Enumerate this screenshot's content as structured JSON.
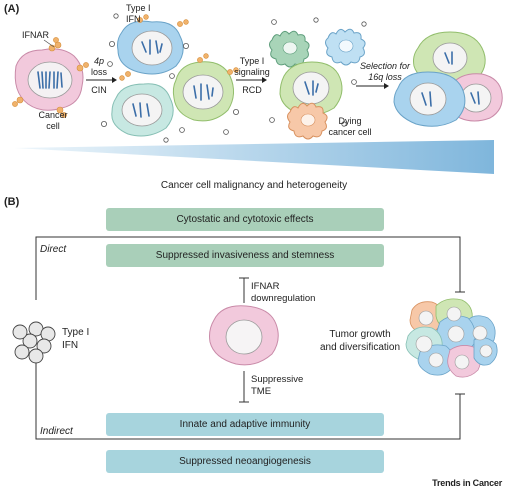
{
  "panel_a": {
    "label": "(A)",
    "ifnar": "IFNAR",
    "cancer_cell": [
      "Cancer",
      "cell"
    ],
    "type1_ifn": [
      "Type I",
      "IFN"
    ],
    "step1": [
      "4p",
      "loss",
      "CIN"
    ],
    "step2": [
      "Type I",
      "signaling",
      "RCD"
    ],
    "dying": [
      "Dying",
      "cancer cell"
    ],
    "step3": [
      "Selection for",
      "16q loss"
    ],
    "gradient_caption": "Cancer cell malignancy and heterogeneity",
    "colors": {
      "pink": "#f2c9dc",
      "blue": "#a9d3ee",
      "green": "#cfe6b4",
      "teal": "#c7e8e2",
      "orange": "#f7c8a8",
      "ifnar": "#f0b26b"
    }
  },
  "panel_b": {
    "label": "(B)",
    "boxes": {
      "cytostatic": "Cytostatic and cytotoxic effects",
      "invasive": "Suppressed invasiveness and stemness",
      "immunity": "Innate and adaptive immunity",
      "angio": "Suppressed neoangiogenesis"
    },
    "direct": "Direct",
    "indirect": "Indirect",
    "type1_ifn": [
      "Type I",
      "IFN"
    ],
    "ifnar_down": [
      "IFNAR",
      "downregulation"
    ],
    "suppressive": [
      "Suppressive",
      "TME"
    ],
    "tumor": [
      "Tumor growth",
      "and diversification"
    ]
  },
  "footer": "Trends in Cancer"
}
